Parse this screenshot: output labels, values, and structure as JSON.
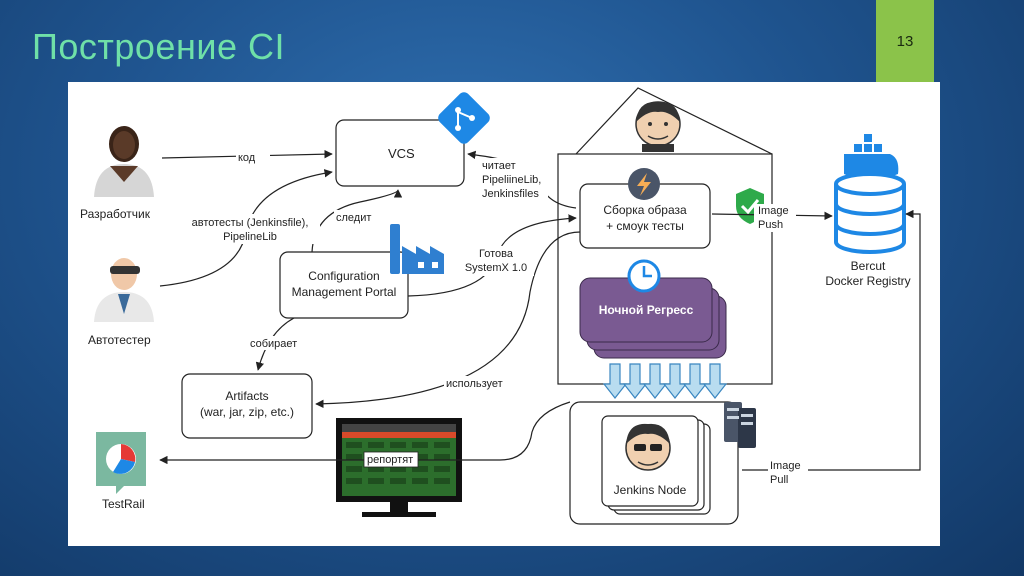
{
  "slide": {
    "title": "Построение CI",
    "page_number": "13"
  },
  "actors": {
    "developer": "Разработчик",
    "autotester": "Автотестер",
    "testrail": "TestRail"
  },
  "nodes": {
    "vcs": "VCS",
    "cmp_line1": "Configuration",
    "cmp_line2": "Management Portal",
    "artifacts_line1": "Artifacts",
    "artifacts_line2": "(war, jar, zip, etc.)",
    "build_line1": "Сборка образа",
    "build_line2": "+ смоук тесты",
    "nightly": "Ночной Регресс",
    "registry_line1": "Bercut",
    "registry_line2": "Docker Registry",
    "jenkins_node": "Jenkins Node"
  },
  "edges": {
    "code": "код",
    "autotests_line1": "автотесты (Jenkinsfile),",
    "autotests_line2": "PipelineLib",
    "watches": "следит",
    "reads_line1": "читает",
    "reads_line2": "PipeliineLib,",
    "reads_line3": "Jenkinsfiles",
    "ready_line1": "Готова",
    "ready_line2": "SystemX 1.0",
    "collects": "собирает",
    "uses": "использует",
    "reports": "репортят",
    "image_push_line1": "Image",
    "image_push_line2": "Push",
    "image_pull_line1": "Image",
    "image_pull_line2": "Pull"
  },
  "icons": [
    "git-icon",
    "factory-icon",
    "jenkins-icon",
    "lightning-icon",
    "shield-check-icon",
    "clock-icon",
    "docker-icon",
    "database-icon",
    "server-icon",
    "report-icon",
    "monitor-icon",
    "person-icon"
  ],
  "colors": {
    "title": "#6fe0a8",
    "badge": "#8bc34a",
    "nightly": "#7a5a92",
    "git": "#1e88e5",
    "docker": "#1e88e5",
    "shield": "#2eaa4a"
  }
}
